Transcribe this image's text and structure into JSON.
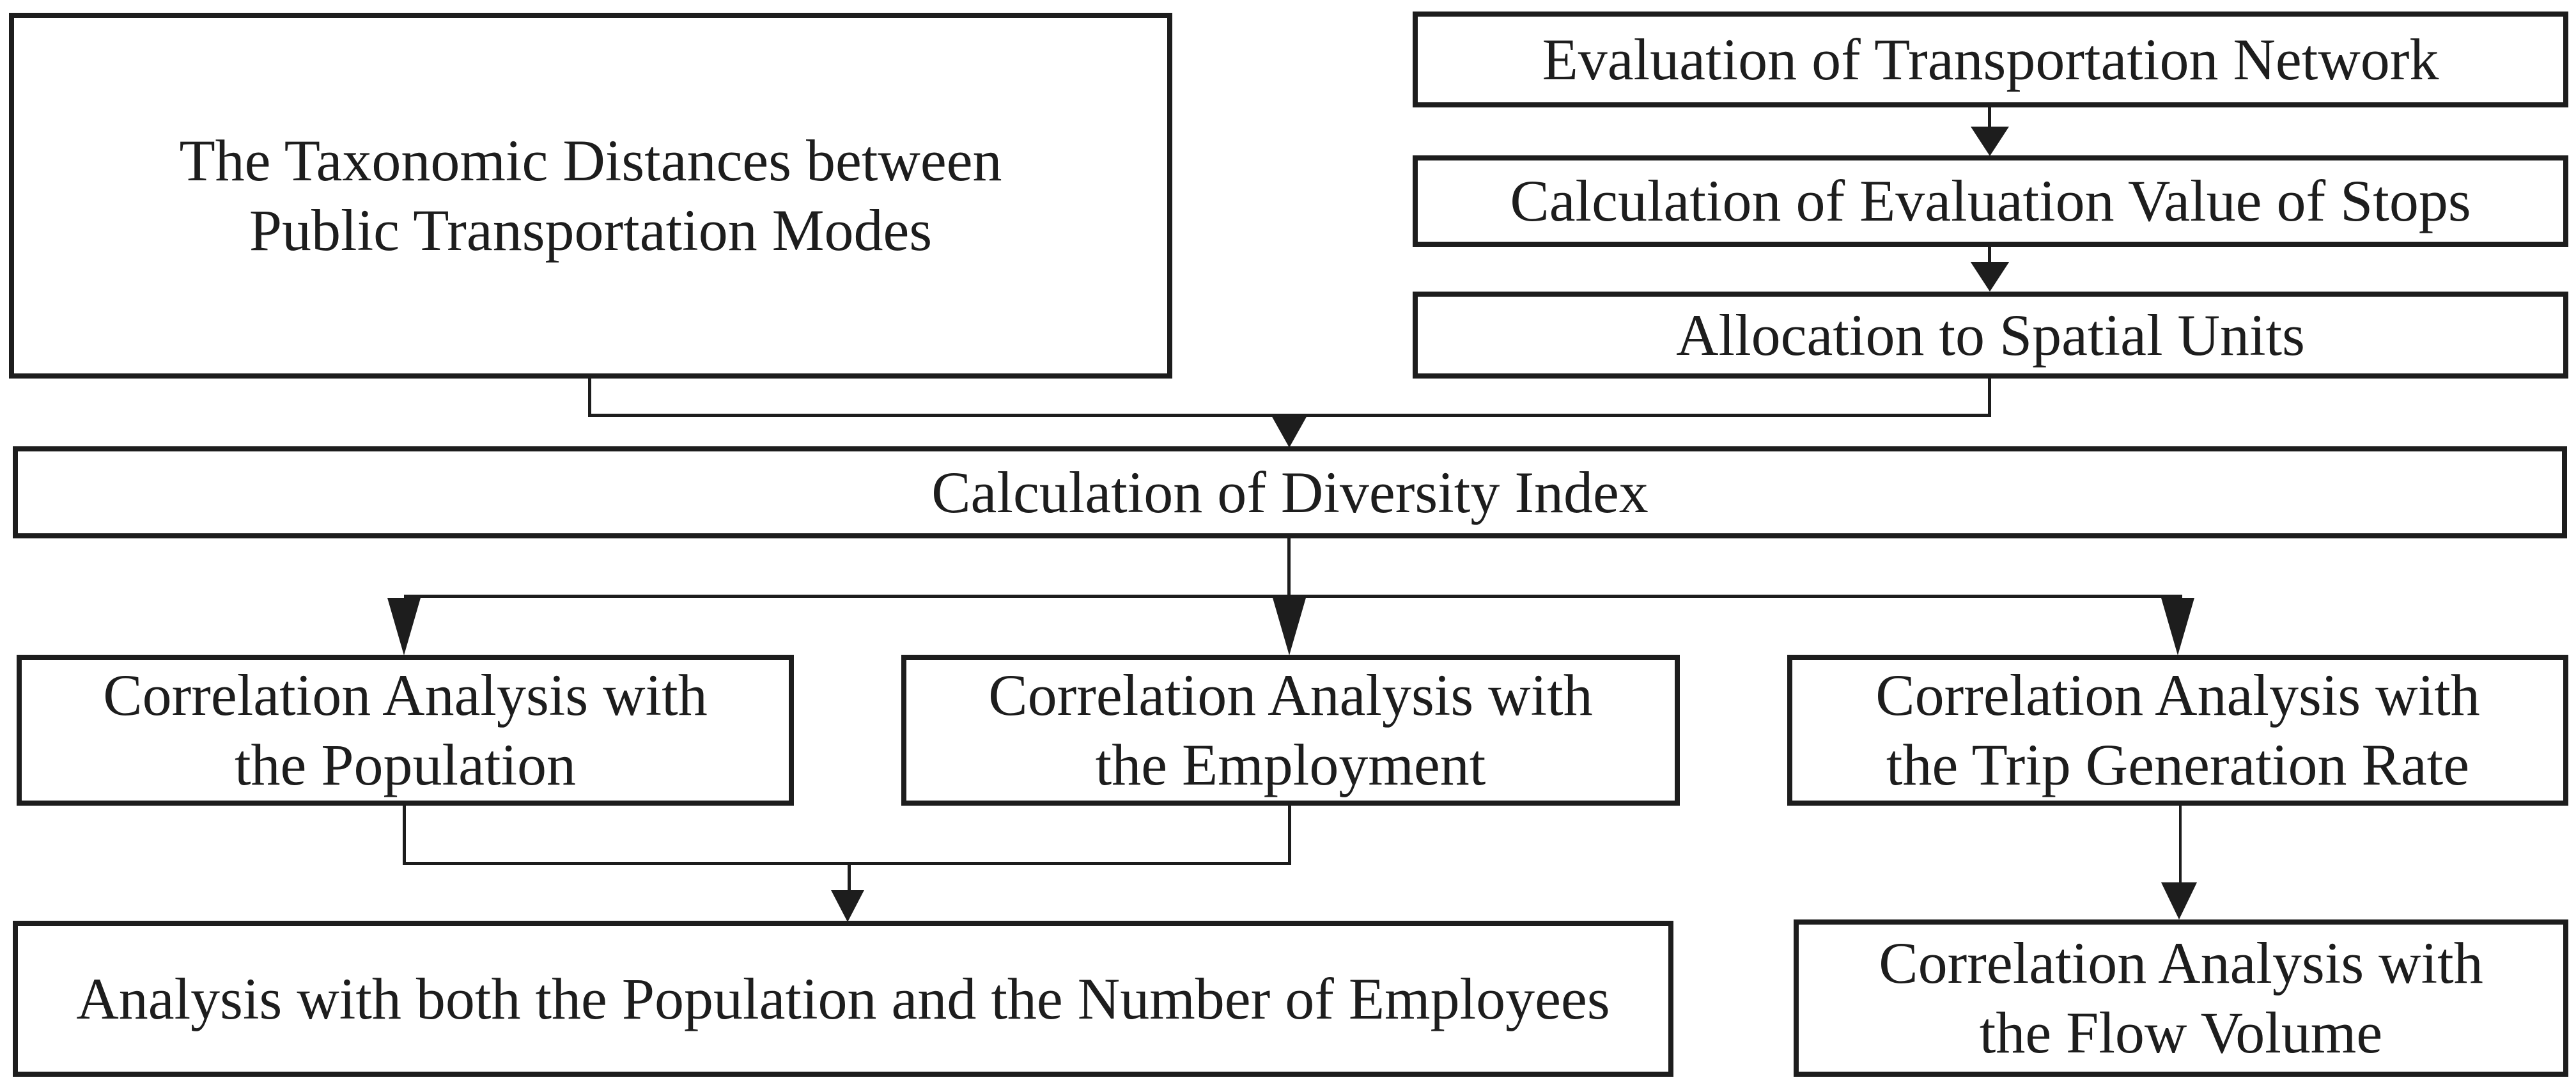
{
  "colors": {
    "ink": "#1d1d1d",
    "background": "#ffffff"
  },
  "nodes": {
    "taxonomic": {
      "label": "The Taxonomic Distances between\nPublic Transportation Modes"
    },
    "eval_network": {
      "label": "Evaluation of Transportation Network"
    },
    "calc_stops": {
      "label": "Calculation of Evaluation Value of Stops"
    },
    "allocation": {
      "label": "Allocation to Spatial Units"
    },
    "diversity": {
      "label": "Calculation of Diversity Index"
    },
    "population": {
      "label": "Correlation Analysis with\nthe Population"
    },
    "employment": {
      "label": "Correlation Analysis with\nthe Employment"
    },
    "trip_rate": {
      "label": "Correlation Analysis with\nthe Trip Generation Rate"
    },
    "both": {
      "label": "Analysis with both the Population and the Number of Employees"
    },
    "flow": {
      "label": "Correlation Analysis with\nthe Flow Volume"
    }
  },
  "edges": [
    {
      "from": "eval_network",
      "to": "calc_stops"
    },
    {
      "from": "calc_stops",
      "to": "allocation"
    },
    {
      "from": "taxonomic",
      "to": "diversity"
    },
    {
      "from": "allocation",
      "to": "diversity"
    },
    {
      "from": "diversity",
      "to": "population"
    },
    {
      "from": "diversity",
      "to": "employment"
    },
    {
      "from": "diversity",
      "to": "trip_rate"
    },
    {
      "from": "population",
      "to": "both"
    },
    {
      "from": "employment",
      "to": "both"
    },
    {
      "from": "trip_rate",
      "to": "flow"
    }
  ]
}
